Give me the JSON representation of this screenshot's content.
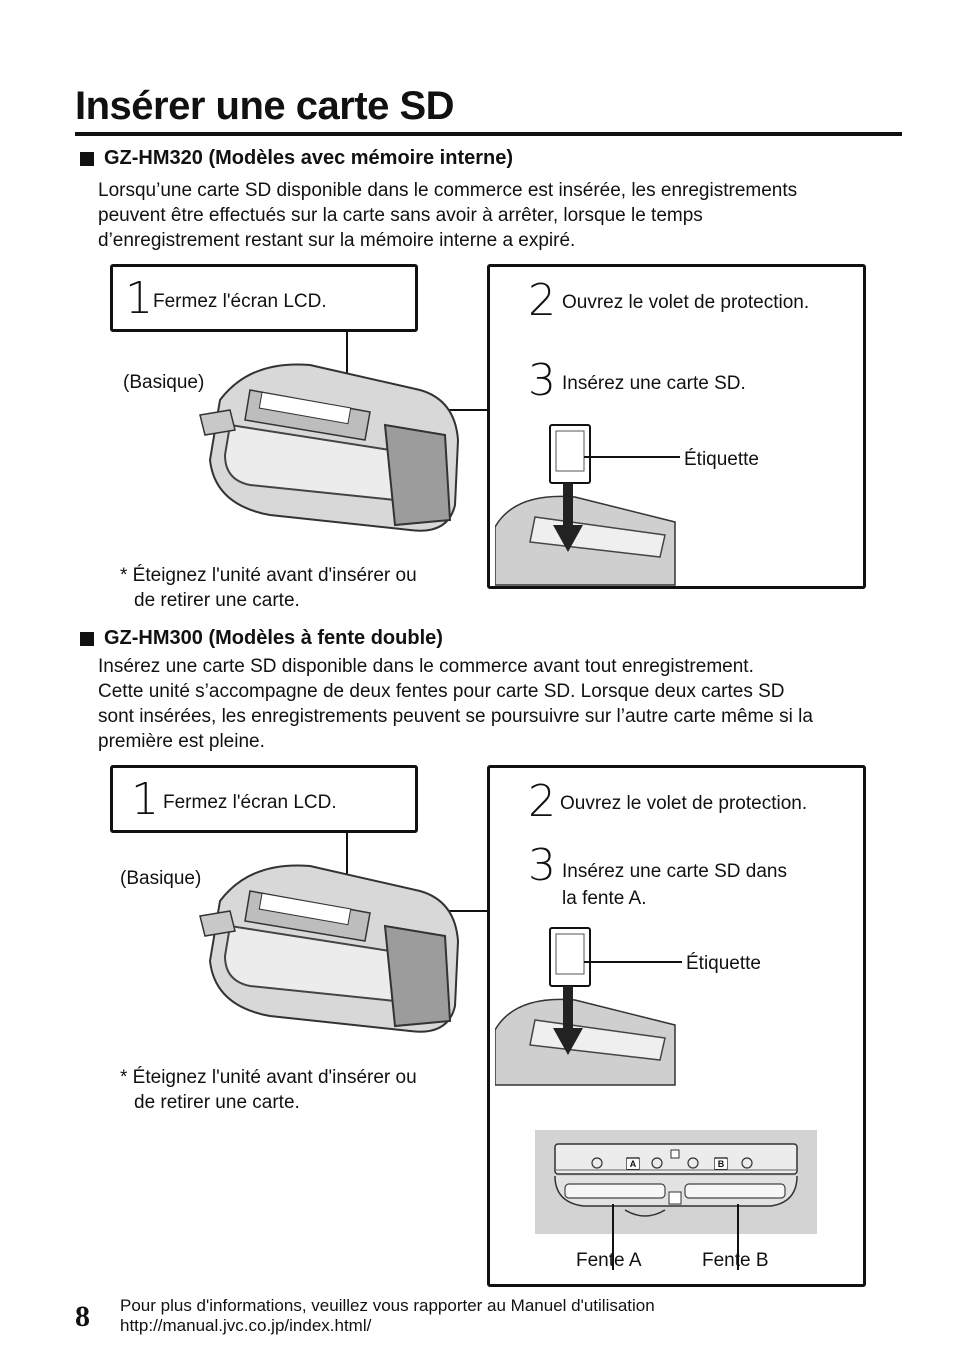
{
  "page": {
    "title": "Insérer une carte SD",
    "page_number": "8",
    "footer_line1": "Pour plus d'informations, veuillez vous rapporter au Manuel d'utilisation",
    "footer_line2": "http://manual.jvc.co.jp/index.html/"
  },
  "section1": {
    "heading": "GZ-HM320 (Modèles avec mémoire interne)",
    "body_lines": [
      "Lorsqu’une carte SD disponible dans le commerce est insérée, les enregistrements",
      "peuvent être effectués sur la carte sans avoir à arrêter, lorsque le temps",
      "d’enregistrement restant sur la mémoire interne a expiré."
    ],
    "step1_num": "1",
    "step1_text": "Fermez l'écran LCD.",
    "basique": "(Basique)",
    "step2_num": "2",
    "step2_text": "Ouvrez le volet de protection.",
    "step3_num": "3",
    "step3_text": "Insérez une carte SD.",
    "etiquette": "Étiquette",
    "note_line1": "* Éteignez l'unité avant d'insérer ou",
    "note_line2": "de retirer une carte."
  },
  "section2": {
    "heading": "GZ-HM300 (Modèles à fente double)",
    "body_lines": [
      "Insérez une carte SD disponible dans le commerce avant tout enregistrement.",
      "Cette unité s’accompagne de deux fentes pour carte SD. Lorsque deux cartes SD",
      "sont insérées, les enregistrements peuvent se poursuivre sur l’autre carte même si la",
      "première est pleine."
    ],
    "step1_num": "1",
    "step1_text": "Fermez l'écran LCD.",
    "basique": "(Basique)",
    "step2_num": "2",
    "step2_text": "Ouvrez le volet de protection.",
    "step3_num": "3",
    "step3_text_line1": "Insérez une carte SD dans",
    "step3_text_line2": "la fente A.",
    "etiquette": "Étiquette",
    "note_line1": "* Éteignez l'unité avant d'insérer ou",
    "note_line2": "de retirer une carte.",
    "slot_a_label": "Fente A",
    "slot_b_label": "Fente B",
    "slot_a_mark": "A",
    "slot_b_mark": "B"
  }
}
